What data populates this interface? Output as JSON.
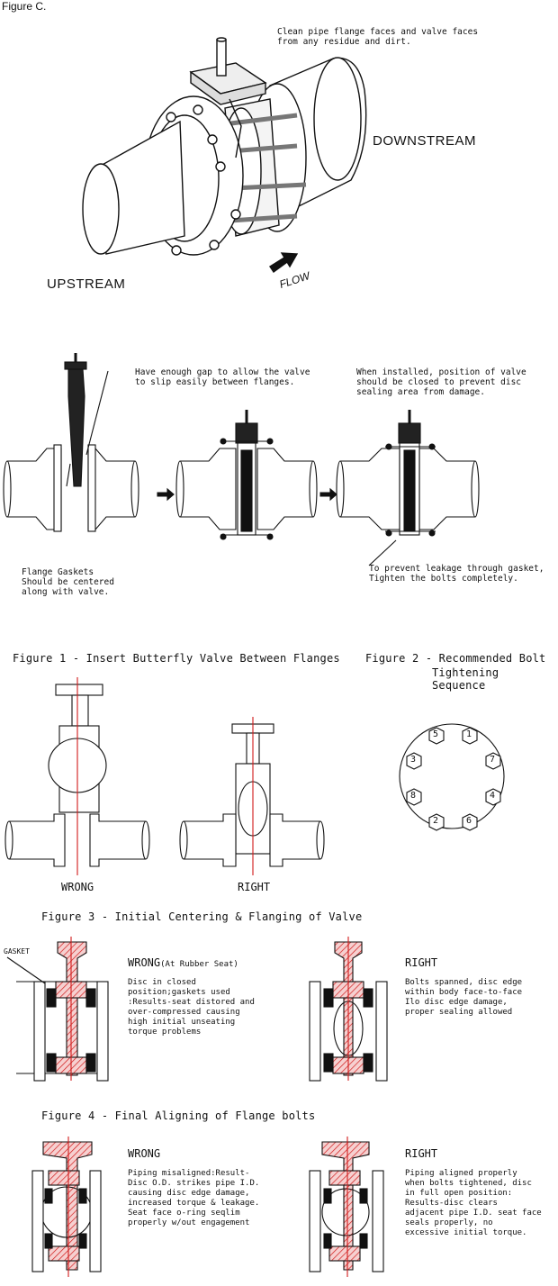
{
  "figure_label": "Figure C.",
  "top": {
    "note": "Clean pipe flange faces and valve faces\nfrom any residue and dirt.",
    "downstream": "DOWNSTREAM",
    "upstream": "UPSTREAM",
    "flow": "FLOW"
  },
  "install": {
    "gap_note": "Have enough gap to allow the valve\nto slip easily between flanges.",
    "closed_note": "When installed, position of valve\nshould be closed to prevent disc\nsealing area from damage.",
    "gasket_note": "Flange Gaskets\nShould be centered\nalong with valve.",
    "tighten_note": "To prevent leakage through gasket,\nTighten the bolts completely."
  },
  "fig1": {
    "caption": "Figure 1 - Insert Butterfly Valve Between Flanges",
    "wrong": "WRONG",
    "right": "RIGHT"
  },
  "fig2": {
    "caption_line1": "Figure 2 - Recommended Bolt",
    "caption_line2": "Tightening Sequence",
    "bolts": [
      "5",
      "1",
      "3",
      "7",
      "8",
      "4",
      "2",
      "6"
    ]
  },
  "fig3": {
    "caption": "Figure 3 - Initial Centering & Flanging of Valve",
    "gasket": "GASKET",
    "wrong_title": "WRONG",
    "wrong_sub": "(At Rubber Seat)",
    "wrong_note": "Disc in closed\nposition;gaskets used\n:Results-seat distored and\nover-compressed causing\nhigh initial unseating\ntorque problems",
    "right_title": "RIGHT",
    "right_note": "Bolts spanned, disc edge\nwithin body face-to-face\nIlo disc edge damage,\nproper sealing allowed"
  },
  "fig4": {
    "caption": "Figure 4 - Final Aligning of Flange bolts",
    "wrong_title": "WRONG",
    "wrong_note": "Piping misaligned:Result-\nDisc O.D. strikes pipe I.D.\ncausing disc edge damage,\nincreased torque & leakage.\nSeat face o-ring seqlim\nproperly w/out engagement",
    "right_title": "RIGHT",
    "right_note": "Piping aligned properly\nwhen bolts tightened, disc\nin full open position:\nResults-disc clears\nadjacent pipe I.D. seat face\nseals properly, no\nexcessive initial torque."
  },
  "colors": {
    "line": "#111111",
    "red": "#d11a1a",
    "hatch": "#e79a9a"
  }
}
